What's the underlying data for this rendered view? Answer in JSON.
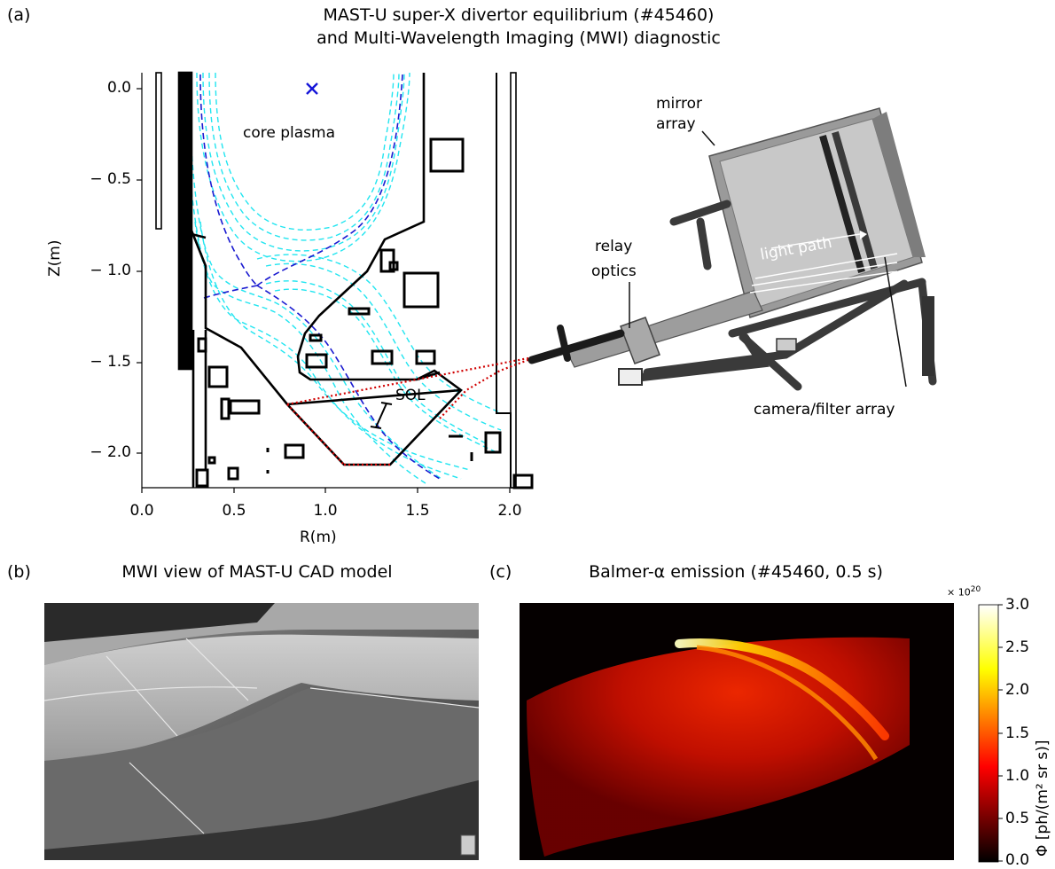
{
  "panel_a": {
    "label": "(a)",
    "title_line1": "MAST-U super-X divertor equilibrium (#45460)",
    "title_line2": "and Multi-Wavelength Imaging (MWI) diagnostic",
    "xlabel": "R(m)",
    "ylabel": "Z(m)",
    "x_ticks": [
      "0.0",
      "0.5",
      "1.0",
      "1.5",
      "2.0"
    ],
    "y_ticks": [
      "0.0",
      "− 0.5",
      "− 1.0",
      "− 1.5",
      "− 2.0"
    ],
    "annotations": {
      "core": "core plasma",
      "sol": "SOL",
      "mirror_line1": "mirror",
      "mirror_line2": "array",
      "relay_line1": "relay",
      "relay_line2": "optics",
      "light_path": "light path",
      "camera": "camera/filter array"
    },
    "colors": {
      "flux_surfaces": "#22e5f0",
      "separatrix": "#1a1ad0",
      "sightline": "#d00000",
      "axis_marker": "#1515d8"
    }
  },
  "panel_b": {
    "label": "(b)",
    "title": "MWI view of MAST-U CAD model"
  },
  "panel_c": {
    "label": "(c)",
    "title": "Balmer-α emission (#45460, 0.5 s)",
    "colorbar_exponent": "× 10",
    "colorbar_exponent_power": "20",
    "colorbar_label": "Φ [ph/(m² sr s)]",
    "colorbar_ticks": [
      "3.0",
      "2.5",
      "2.0",
      "1.5",
      "1.0",
      "0.5",
      "0.0"
    ],
    "colormap": "hot"
  },
  "chart_data": {
    "type": "scatter",
    "x_range": [
      0.0,
      2.1
    ],
    "y_range": [
      -2.2,
      0.1
    ],
    "magnetic_axis": {
      "R": 0.92,
      "Z": 0.0
    }
  }
}
